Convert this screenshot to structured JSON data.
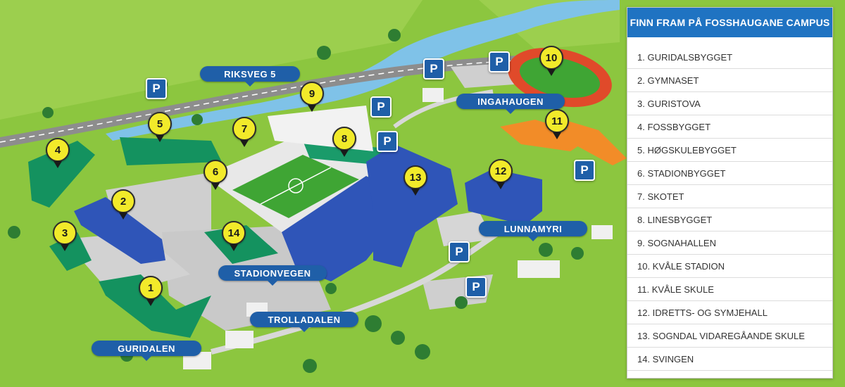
{
  "panel": {
    "title": "FINN FRAM PÅ FOSSHAUGANE CAMPUS",
    "items": [
      "1. GURIDALSBYGGET",
      "2. GYMNASET",
      "3. GURISTOVA",
      "4. FOSSBYGGET",
      "5. HØGSKULEBYGGET",
      "6. STADIONBYGGET",
      "7. SKOTET",
      "8. LINESBYGGET",
      "9. SOGNAHALLEN",
      "10. KVÅLE STADION",
      "11. KVÅLE SKULE",
      "12. IDRETTS- OG SYMJEHALL",
      "13. SOGNDAL VIDAREGÅANDE SKULE",
      "14. SVINGEN"
    ]
  },
  "roads": {
    "riksveg": "RIKSVEG  5",
    "ingahaugen": "INGAHAUGEN",
    "lunnamyri": "LUNNAMYRI",
    "stadionvegen": "STADIONVEGEN",
    "trolladalen": "TROLLADALEN",
    "guridalen": "GURIDALEN"
  },
  "parking_label": "P",
  "markers": [
    "1",
    "2",
    "3",
    "4",
    "5",
    "6",
    "7",
    "8",
    "9",
    "10",
    "11",
    "12",
    "13",
    "14"
  ],
  "colors": {
    "grass": "#8cc63f",
    "road_label": "#1f5fa8",
    "panel_header": "#1f73c2",
    "marker": "#f2ea2a",
    "building_blue": "#2f55b8",
    "building_green": "#14925f",
    "building_orange": "#f28c28",
    "track": "#e04a2a"
  }
}
